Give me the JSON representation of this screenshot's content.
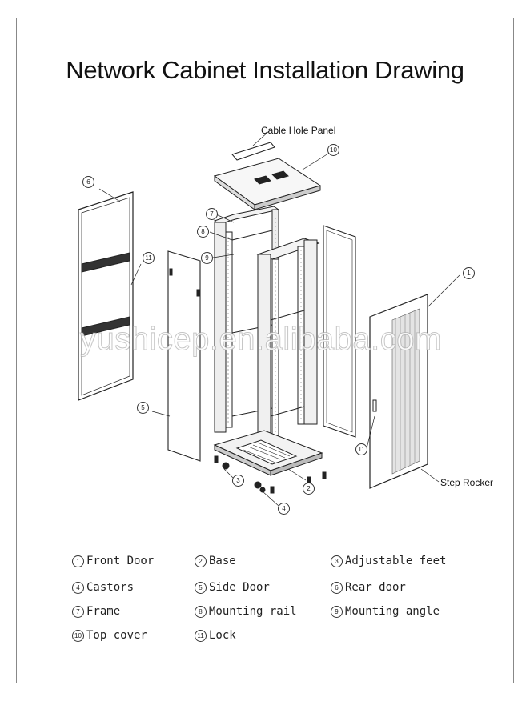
{
  "title": "Network Cabinet Installation Drawing",
  "labels": {
    "cable_hole_panel": "Cable Hole Panel",
    "step_rocker": "Step Rocker"
  },
  "watermark": "yushicep.en.alibaba.com",
  "callouts": {
    "c1": "1",
    "c2": "2",
    "c3": "3",
    "c4": "4",
    "c5": "5",
    "c6": "6",
    "c7": "7",
    "c8": "8",
    "c9": "9",
    "c10": "10",
    "c11a": "11",
    "c11b": "11"
  },
  "legend": [
    {
      "num": "1",
      "text": "Front Door"
    },
    {
      "num": "2",
      "text": "Base"
    },
    {
      "num": "3",
      "text": "Adjustable feet"
    },
    {
      "num": "4",
      "text": "Castors"
    },
    {
      "num": "5",
      "text": "Side Door"
    },
    {
      "num": "6",
      "text": "Rear door"
    },
    {
      "num": "7",
      "text": "Frame"
    },
    {
      "num": "8",
      "text": "Mounting rail"
    },
    {
      "num": "9",
      "text": "Mounting angle"
    },
    {
      "num": "10",
      "text": "Top cover"
    },
    {
      "num": "11",
      "text": "Lock"
    }
  ]
}
